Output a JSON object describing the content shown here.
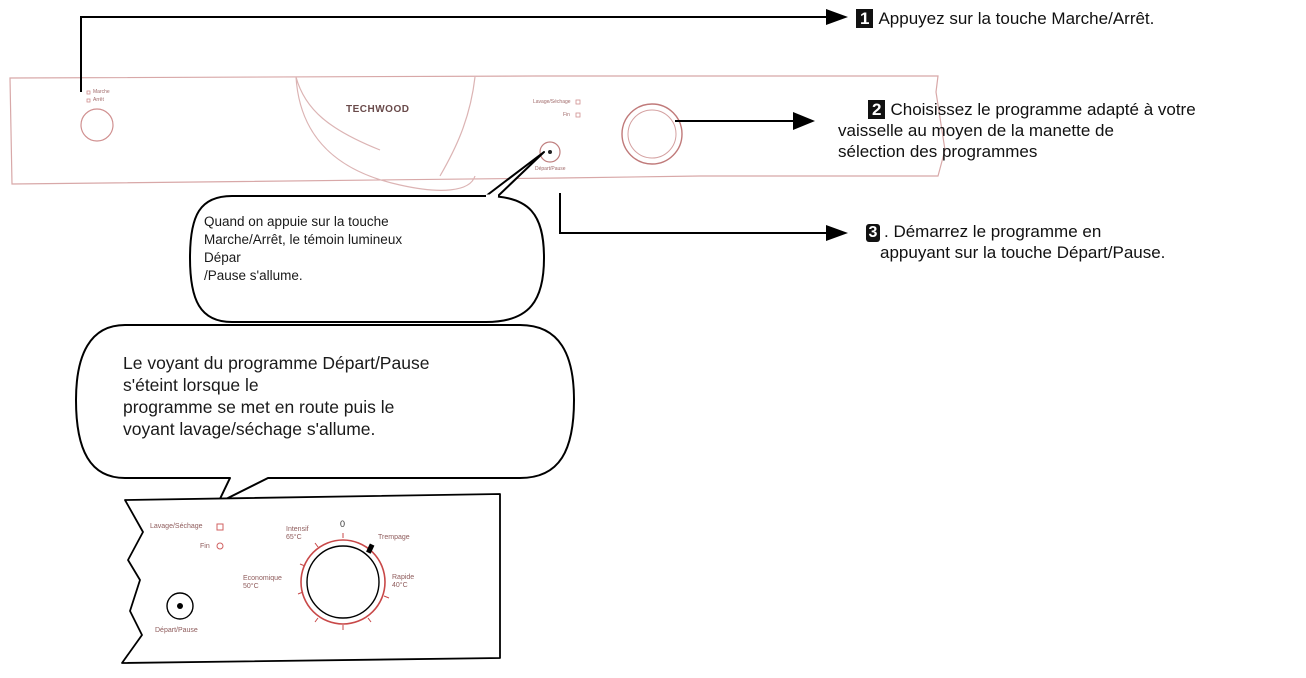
{
  "brand": "TECHWOOD",
  "steps": [
    {
      "num": "1",
      "text": "Appuyez sur la touche Marche/Arrêt."
    },
    {
      "num": "2",
      "line1": "Choisissez le programme adapté à votre",
      "line2": "vaisselle au moyen de la manette de",
      "line3": "sélection des programmes"
    },
    {
      "num": "3",
      "line1": ". Démarrez le programme en",
      "line2": "appuyant sur la touche Départ/Pause."
    }
  ],
  "bubble_top": {
    "lines": [
      "Quand on appuie sur  la touche",
      "Marche/Arrêt, le témoin lumineux",
      "Dépar",
      "/Pause s'allume."
    ]
  },
  "bubble_bottom": {
    "lines": [
      "Le voyant du programme Départ/Pause",
      "s'éteint lorsque le",
      "programme se met en route puis le",
      "voyant lavage/séchage s'allume."
    ]
  },
  "panel_top": {
    "power_labels": [
      "Marche",
      "Arrêt"
    ],
    "indicator_labels": [
      "Lavage/Séchage",
      "Fin"
    ],
    "start_label": "Départ/Pause"
  },
  "panel_zoom": {
    "indicator_labels": [
      "Lavage/Séchage",
      "Fin"
    ],
    "start_label": "Départ/Pause",
    "dial_top": "0",
    "program_labels": {
      "intensif": [
        "Intensif",
        "65°C"
      ],
      "trempage": "Trempage",
      "economique": [
        "Economique",
        "50°C"
      ],
      "rapide": [
        "Rapide",
        "40°C"
      ]
    }
  },
  "colors": {
    "panel_outline": "#d8a0a0",
    "ink": "#111111",
    "callout": "#000000"
  }
}
